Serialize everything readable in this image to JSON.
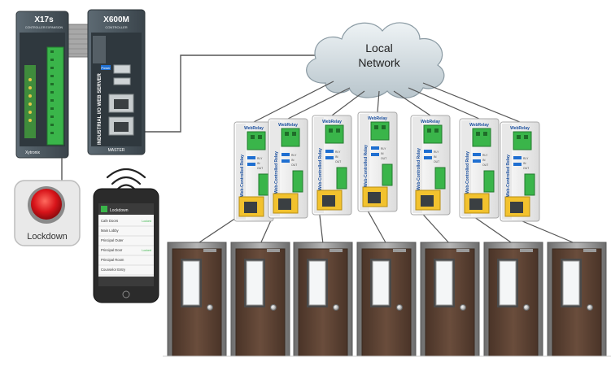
{
  "cloud": {
    "line1": "Local",
    "line2": "Network"
  },
  "controllers": {
    "expander": {
      "model": "X17s",
      "tag": "CONTROLLER EXPANSION",
      "brand": "Xytronix"
    },
    "server": {
      "model": "X600M",
      "tag": "CONTROLLER",
      "vertical": "INDUSTRIAL I/O WEB SERVER",
      "brand": "MASTER",
      "power": "Power"
    }
  },
  "lockdown": {
    "label": "Lockdown"
  },
  "phone": {
    "app_title": "Lockdown",
    "rows": [
      "Cafe Doors",
      "Main Lobby",
      "Principal Outer",
      "Principal Door",
      "Principal Room",
      "Counselor Entry"
    ],
    "status": "Locked"
  },
  "relay": {
    "brand": "WebRelay",
    "name": "Web-Controlled Relay",
    "ports": [
      "RLY",
      "IN",
      "OUT"
    ]
  },
  "colors": {
    "door": "#5a4032",
    "door_edge": "#3a2a20",
    "wall": "#9a9a9a",
    "cloud": "#cfd8dc",
    "terminal": "#3ab54a",
    "button": "#e02020",
    "relay_ethernet": "#f2c22e"
  }
}
